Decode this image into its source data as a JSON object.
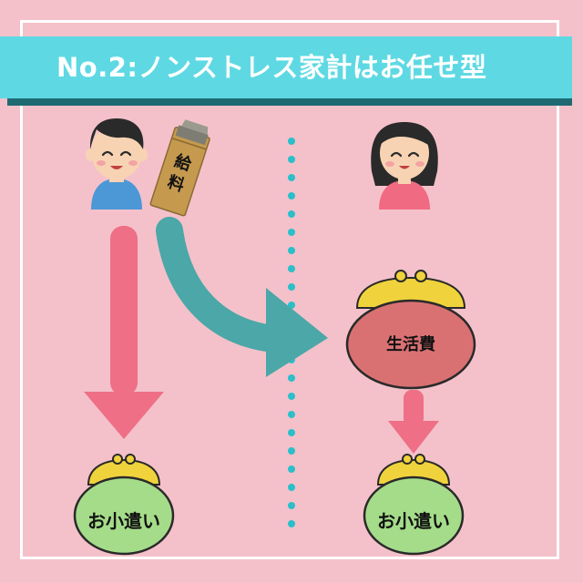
{
  "title": "No.2:ノンストレス家計はお任せ型",
  "envelope": {
    "line1": "給",
    "line2": "料"
  },
  "big_purse_label": "生活費",
  "left_purse_label": "お小遣い",
  "right_purse_label": "お小遣い",
  "colors": {
    "background": "#f4c1ca",
    "banner": "#5ed9e3",
    "banner_shadow": "#1f6a72",
    "pink_arrow": "#ee6f86",
    "teal_arrow": "#4ba7a8",
    "dots": "#2bbfc9",
    "big_purse": "#d97173",
    "small_purse": "#a5dc8a",
    "clasp": "#f0d33c"
  }
}
